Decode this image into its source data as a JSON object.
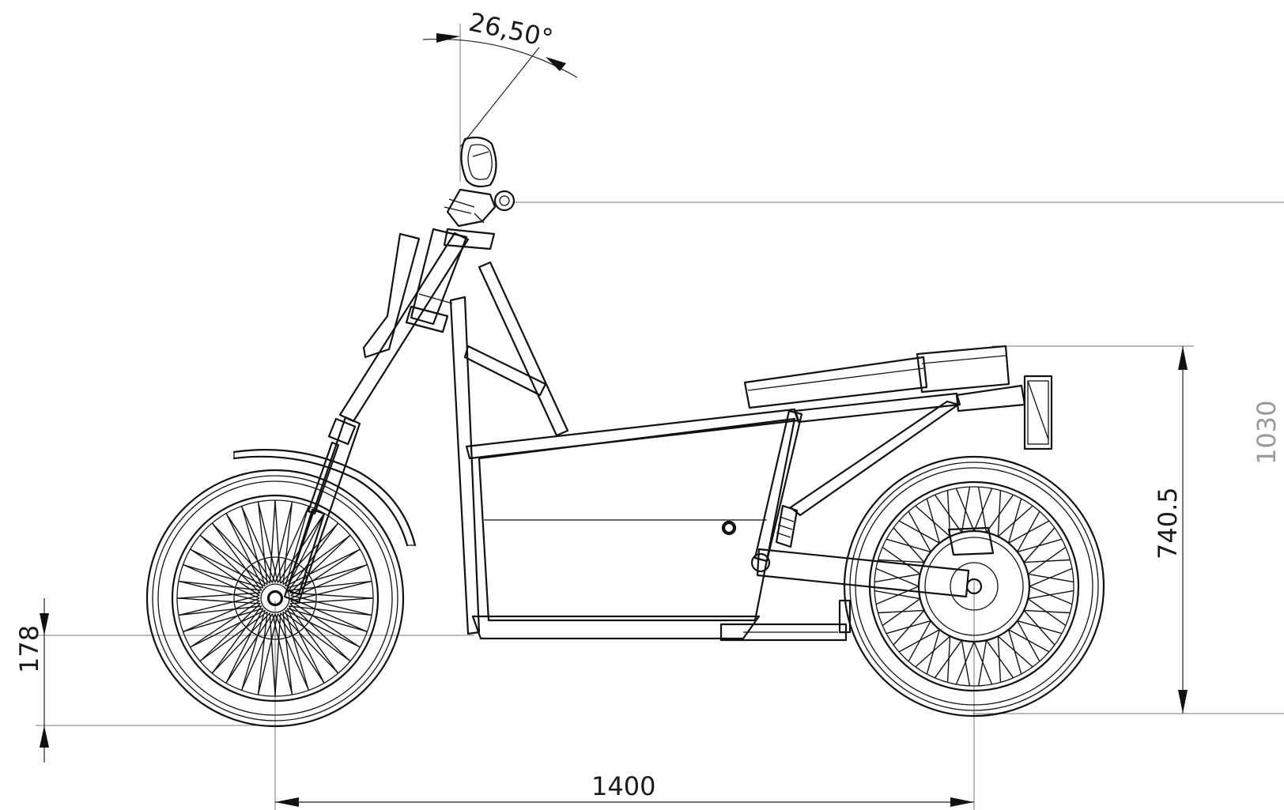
{
  "drawing": {
    "dimensions": {
      "steering_angle": "26,50°",
      "wheelbase": "1400",
      "ground_clearance": "178",
      "seat_height": "740.5",
      "handlebar_height": "1030"
    },
    "colors": {
      "line": "#111111",
      "dimension_text": "#1a1a1a",
      "reference_dimension_text": "#9a9a9a",
      "background": "#ffffff"
    }
  }
}
